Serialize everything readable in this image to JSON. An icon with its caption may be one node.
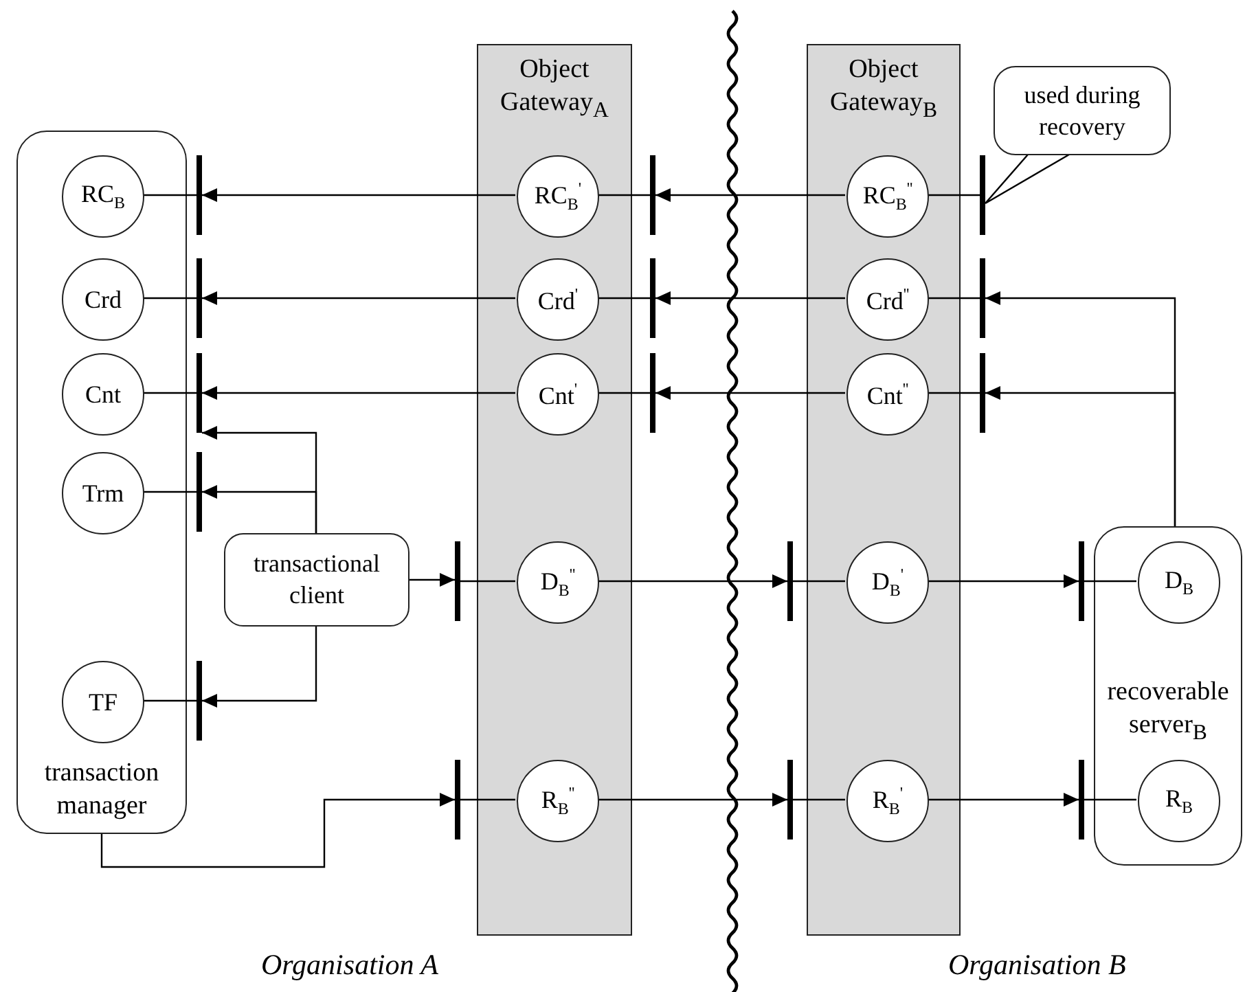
{
  "diagram": {
    "nodes": [
      {
        "text": [
          "transaction manager"
        ]
      },
      {
        "text": [
          "RC$_{B}$"
        ],
        "in": 0
      },
      {
        "text": [
          "Crd"
        ],
        "in": 0
      },
      {
        "text": [
          "Cnt"
        ],
        "in": 0
      },
      {
        "text": [
          "Trm"
        ],
        "in": 0
      },
      {
        "text": [
          "TF"
        ],
        "in": 0
      },
      {
        "text": [
          "transactional client"
        ]
      },
      {
        "text": [
          "Object Gateway$_{A}$"
        ]
      },
      {
        "text": [
          "RC$_{B}$$^{'}$"
        ],
        "in": 7
      },
      {
        "text": [
          "Crd$^{'}$"
        ],
        "in": 7
      },
      {
        "text": [
          "Cnt$^{'}$"
        ],
        "in": 7
      },
      {
        "text": [
          "D$_{B}$$^{''}$"
        ],
        "in": 7
      },
      {
        "text": [
          "R$_{B}$$^{''}$"
        ],
        "in": 7
      },
      {
        "text": [
          "Object Gateway$_{B}$"
        ]
      },
      {
        "text": [
          "RC$_{B}$$^{''}$"
        ],
        "in": 13
      },
      {
        "text": [
          "Crd$^{''}$"
        ],
        "in": 13
      },
      {
        "text": [
          "Cnt$^{''}$"
        ],
        "in": 13
      },
      {
        "text": [
          "D$_{B}$$^{'}$"
        ],
        "in": 13
      },
      {
        "text": [
          "R$_{B}$$^{'}$"
        ],
        "in": 13
      },
      {
        "text": [
          "used during recovery"
        ]
      },
      {
        "text": [
          "recoverable server$_{B}$"
        ]
      },
      {
        "text": [
          "D$_{B}$"
        ],
        "in": 20
      },
      {
        "text": [
          "R$_{B}$"
        ],
        "in": 20
      },
      {
        "text": [],
        "shape": "bar"
      },
      {
        "text": [],
        "shape": "bar"
      },
      {
        "text": [],
        "shape": "bar"
      },
      {
        "text": [],
        "shape": "bar"
      },
      {
        "text": [],
        "shape": "bar"
      },
      {
        "text": [],
        "shape": "bar"
      },
      {
        "text": [],
        "shape": "bar"
      },
      {
        "text": [],
        "shape": "bar"
      },
      {
        "text": [],
        "shape": "bar"
      },
      {
        "text": [],
        "shape": "bar"
      },
      {
        "text": [],
        "shape": "bar"
      },
      {
        "text": [],
        "shape": "bar"
      },
      {
        "text": [],
        "shape": "bar"
      },
      {
        "text": [],
        "shape": "bar"
      },
      {
        "text": [],
        "shape": "bar"
      },
      {
        "text": [],
        "shape": "bar"
      },
      {
        "text": [],
        "shape": "bar"
      }
    ],
    "edges": [
      {
        "from": 8,
        "to": 23,
        "arrow": "to"
      },
      {
        "from": 14,
        "to": 30,
        "arrow": "to"
      },
      {
        "from": 9,
        "to": 24,
        "arrow": "to"
      },
      {
        "from": 15,
        "to": 31,
        "arrow": "to"
      },
      {
        "from": 10,
        "to": 25,
        "arrow": "to"
      },
      {
        "from": 16,
        "to": 32,
        "arrow": "to"
      },
      {
        "from": 6,
        "to": 25,
        "arrow": "to"
      },
      {
        "from": 6,
        "to": 26,
        "arrow": "to"
      },
      {
        "from": 6,
        "to": 27,
        "arrow": "to"
      },
      {
        "from": 6,
        "to": 28,
        "arrow": "to"
      },
      {
        "from": 11,
        "to": 33,
        "arrow": "to"
      },
      {
        "from": 17,
        "to": 38,
        "arrow": "to"
      },
      {
        "from": 0,
        "to": 29,
        "arrow": "to"
      },
      {
        "from": 12,
        "to": 34,
        "arrow": "to"
      },
      {
        "from": 18,
        "to": 39,
        "arrow": "to"
      },
      {
        "from": 20,
        "to": 36,
        "arrow": "to"
      },
      {
        "from": 20,
        "to": 37,
        "arrow": "to"
      },
      {
        "from": 23,
        "to": 1,
        "arrow": "none"
      },
      {
        "from": 24,
        "to": 2,
        "arrow": "none"
      },
      {
        "from": 25,
        "to": 3,
        "arrow": "none"
      },
      {
        "from": 26,
        "to": 4,
        "arrow": "none"
      },
      {
        "from": 27,
        "to": 5,
        "arrow": "none"
      },
      {
        "from": 28,
        "to": 11,
        "arrow": "none"
      },
      {
        "from": 29,
        "to": 12,
        "arrow": "none"
      },
      {
        "from": 30,
        "to": 8,
        "arrow": "none"
      },
      {
        "from": 31,
        "to": 9,
        "arrow": "none"
      },
      {
        "from": 32,
        "to": 10,
        "arrow": "none"
      },
      {
        "from": 33,
        "to": 17,
        "arrow": "none"
      },
      {
        "from": 34,
        "to": 18,
        "arrow": "none"
      },
      {
        "from": 35,
        "to": 14,
        "arrow": "none"
      },
      {
        "from": 36,
        "to": 15,
        "arrow": "none"
      },
      {
        "from": 37,
        "to": 16,
        "arrow": "none"
      },
      {
        "from": 38,
        "to": 21,
        "arrow": "none"
      },
      {
        "from": 39,
        "to": 22,
        "arrow": "none"
      },
      {
        "from": 19,
        "to": 35,
        "arrow": "none"
      }
    ],
    "labels": [
      "Organisation A",
      "Organisation B"
    ]
  }
}
